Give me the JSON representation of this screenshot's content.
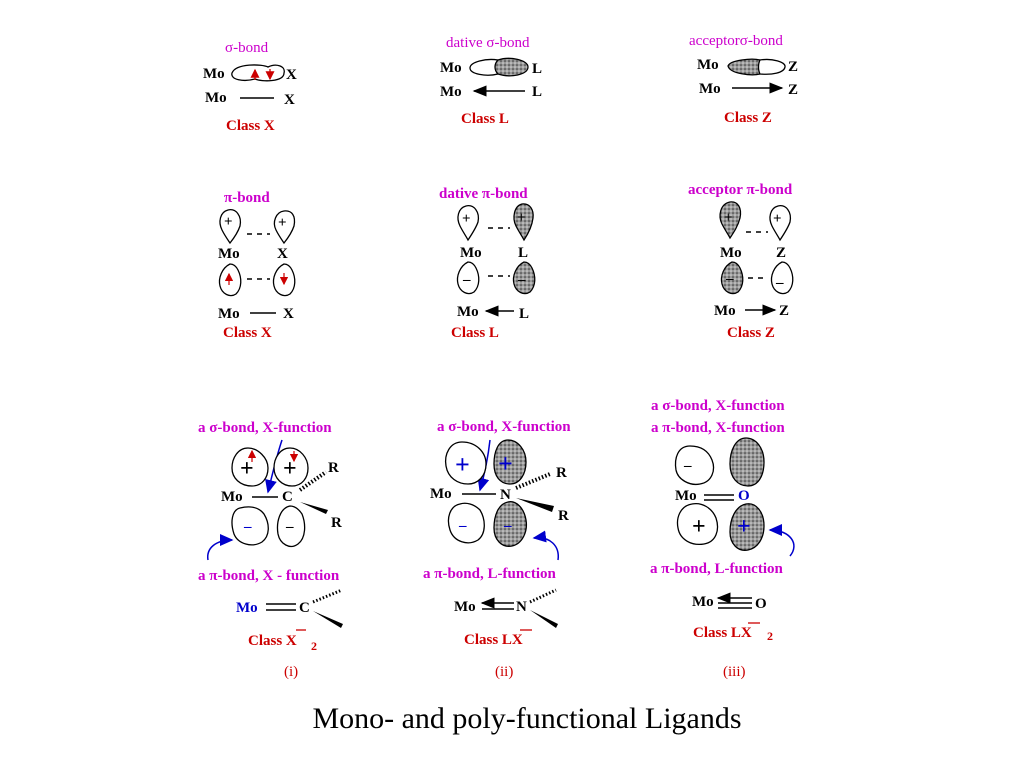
{
  "title": "Mono- and poly-functional Ligands",
  "row1": {
    "c1": {
      "head": "σ-bond",
      "mo1": "Mo",
      "x1": "X",
      "mo2": "Mo",
      "x2": "X",
      "cls": "Class X"
    },
    "c2": {
      "head": "dative σ-bond",
      "mo1": "Mo",
      "l1": "L",
      "mo2": "Mo",
      "l2": "L",
      "cls": "Class L"
    },
    "c3": {
      "head": "acceptorσ-bond",
      "mo1": "Mo",
      "z1": "Z",
      "mo2": "Mo",
      "z2": "Z",
      "cls": "Class Z"
    }
  },
  "row2": {
    "c1": {
      "head": "π-bond",
      "mo1": "Mo",
      "x1": "X",
      "mo2": "Mo",
      "x2": "X",
      "cls": "Class X"
    },
    "c2": {
      "head": "dative  π-bond",
      "mo1": "Mo",
      "l1": "L",
      "mo2": "Mo",
      "l2": "L",
      "cls": "Class L"
    },
    "c3": {
      "head": "acceptor  π-bond",
      "mo1": "Mo",
      "z1": "Z",
      "mo2": "Mo",
      "z2": "Z",
      "cls": "Class Z"
    }
  },
  "row3": {
    "c1": {
      "top": "a σ-bond, X-function",
      "mo": "Mo",
      "c": "C",
      "r1": "R",
      "r2": "R",
      "bottom": "a π-bond, X - function",
      "mo2": "Mo",
      "c2": "C",
      "cls": "Class X",
      "sub": "2",
      "label": "(i)"
    },
    "c2": {
      "top": "a  σ-bond, X-function",
      "mo": "Mo",
      "n": "N",
      "r1": "R",
      "r2": "R",
      "bottom": "a π-bond,  L-function",
      "mo2": "Mo",
      "n2": "N",
      "cls": "Class LX",
      "label": "(ii)"
    },
    "c3": {
      "top1": "a σ-bond, X-function",
      "top2": "a π-bond, X-function",
      "mo": "Mo",
      "o": "O",
      "bottom": "a π-bond,  L-function",
      "mo2": "Mo",
      "o2": "O",
      "cls": "Class LX",
      "sub": "2",
      "label": "(iii)"
    }
  },
  "signs": {
    "plus": "+",
    "minus": "–"
  },
  "colors": {
    "magenta": "#cc00cc",
    "red": "#cc0000",
    "blue": "#0000cc"
  }
}
